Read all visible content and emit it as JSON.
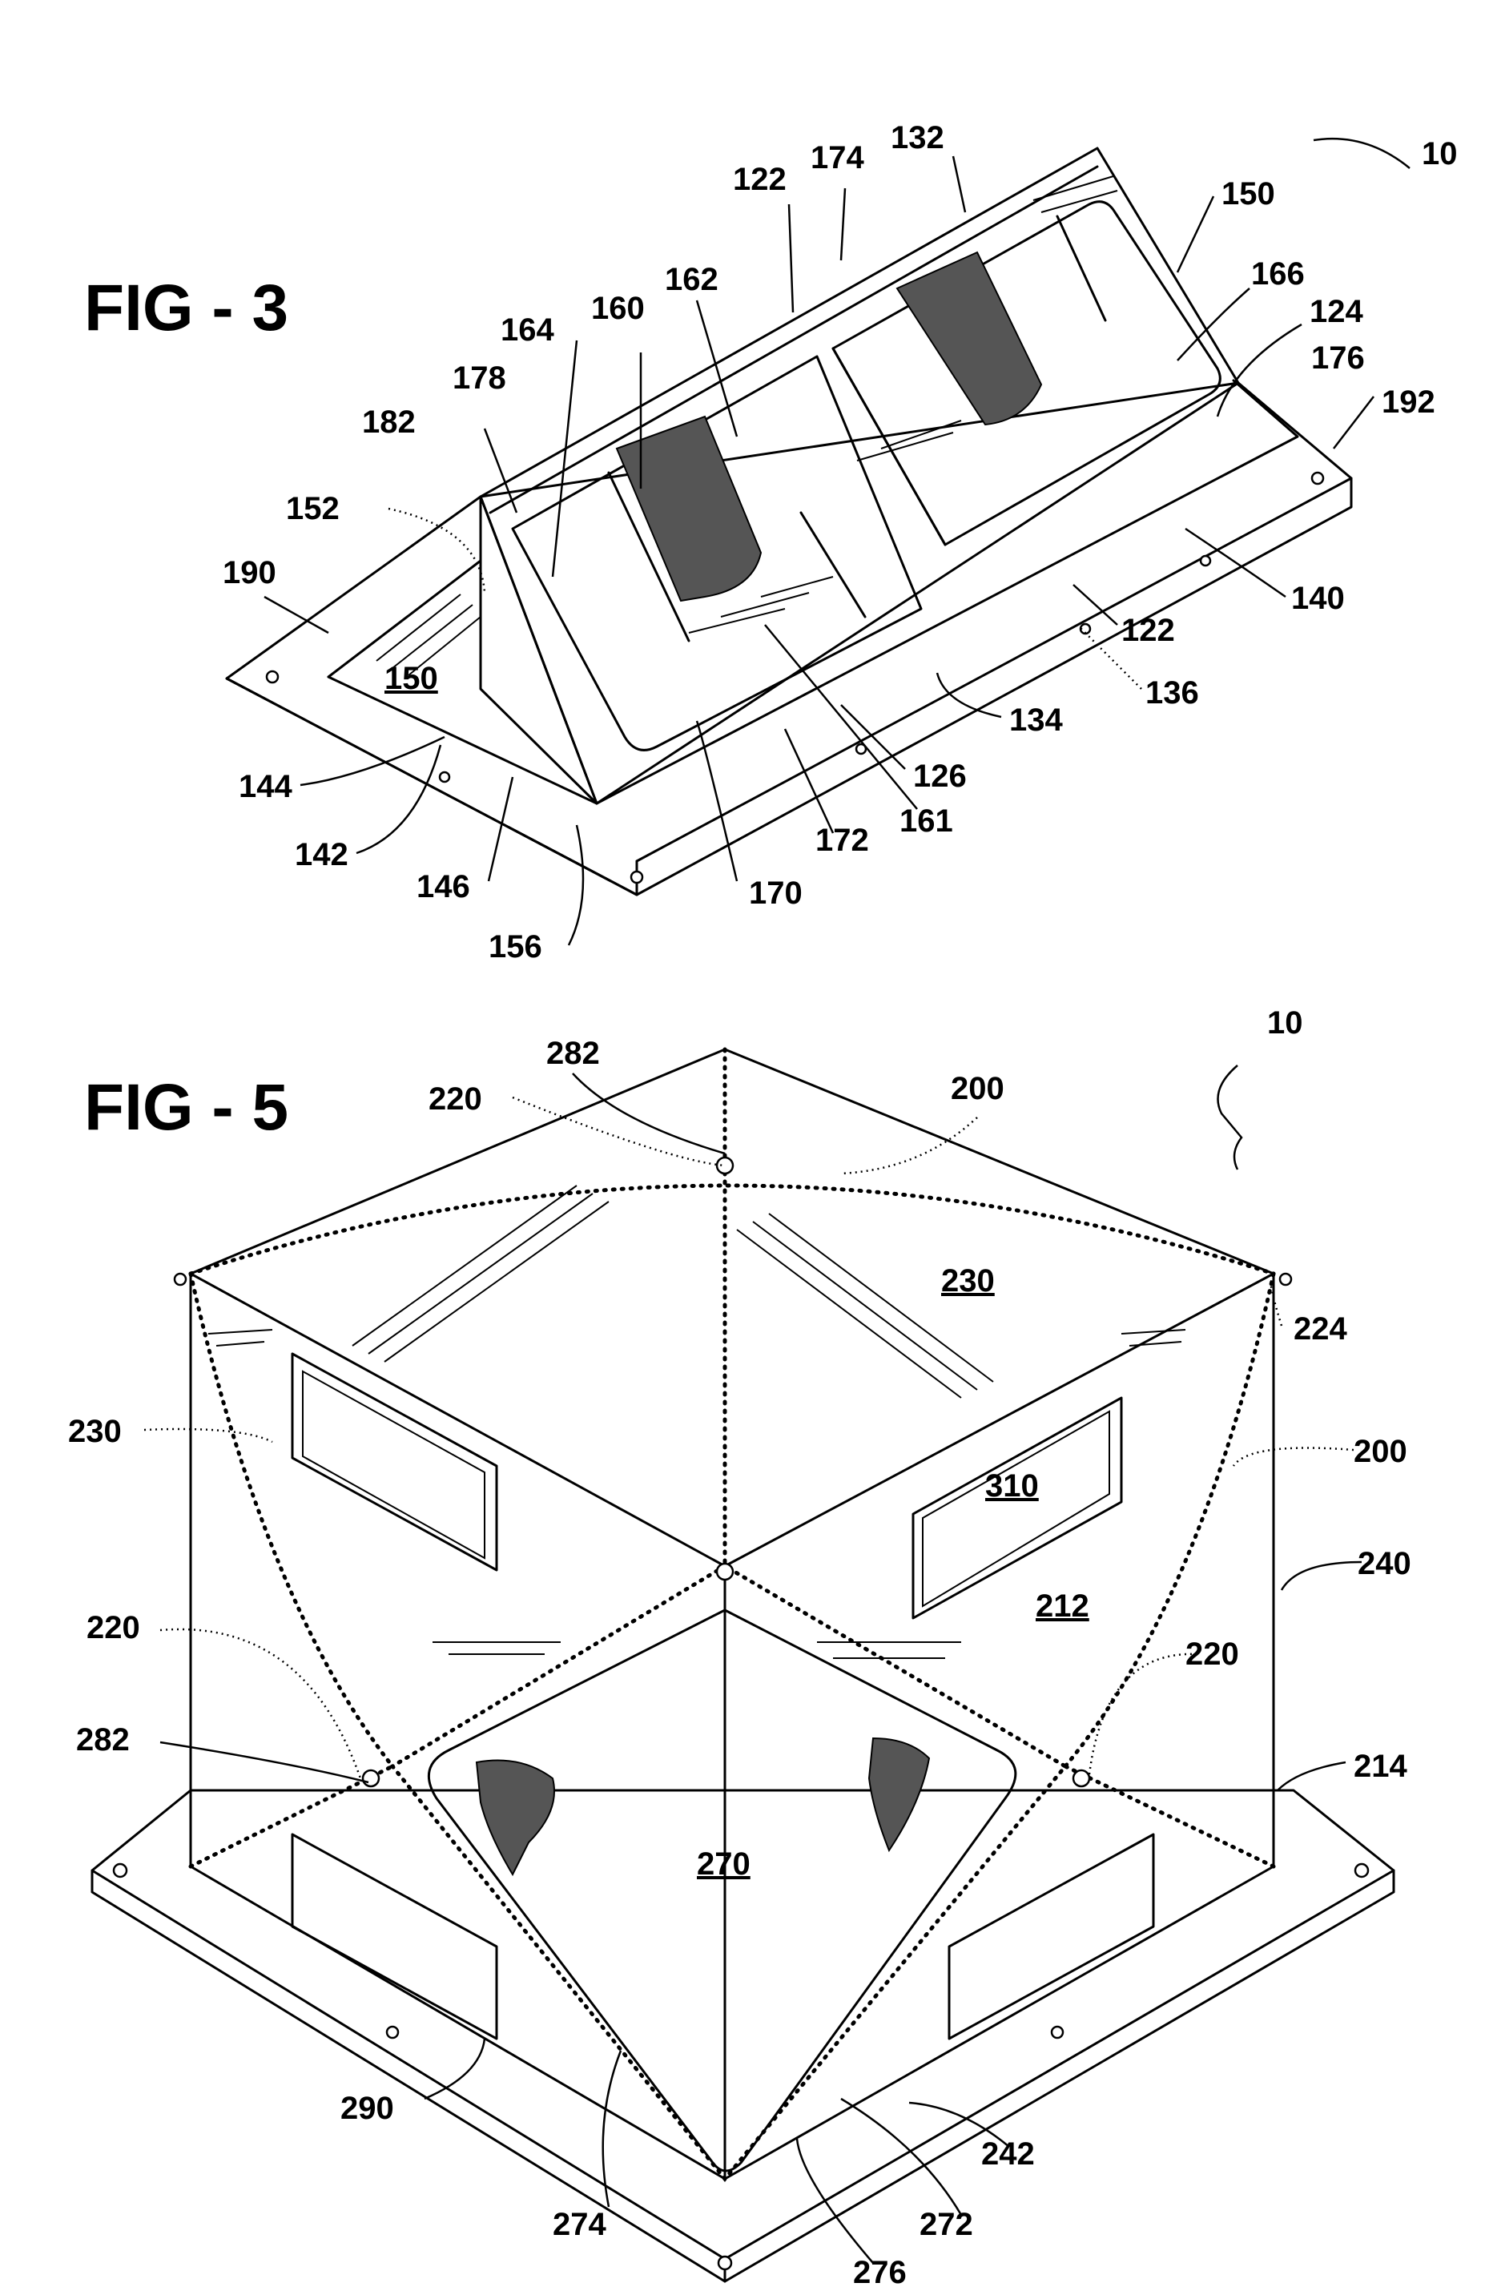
{
  "figures": [
    {
      "title": "FIG - 3",
      "labels": [
        "10",
        "132",
        "174",
        "122",
        "150",
        "166",
        "162",
        "124",
        "164",
        "160",
        "176",
        "178",
        "192",
        "182",
        "152",
        "190",
        "150",
        "140",
        "122",
        "136",
        "144",
        "134",
        "126",
        "142",
        "146",
        "172",
        "161",
        "170",
        "156"
      ]
    },
    {
      "title": "FIG - 5",
      "labels": [
        "10",
        "282",
        "200",
        "220",
        "230",
        "224",
        "230",
        "200",
        "310",
        "240",
        "212",
        "220",
        "220",
        "282",
        "214",
        "270",
        "290",
        "274",
        "272",
        "242",
        "276"
      ]
    }
  ]
}
